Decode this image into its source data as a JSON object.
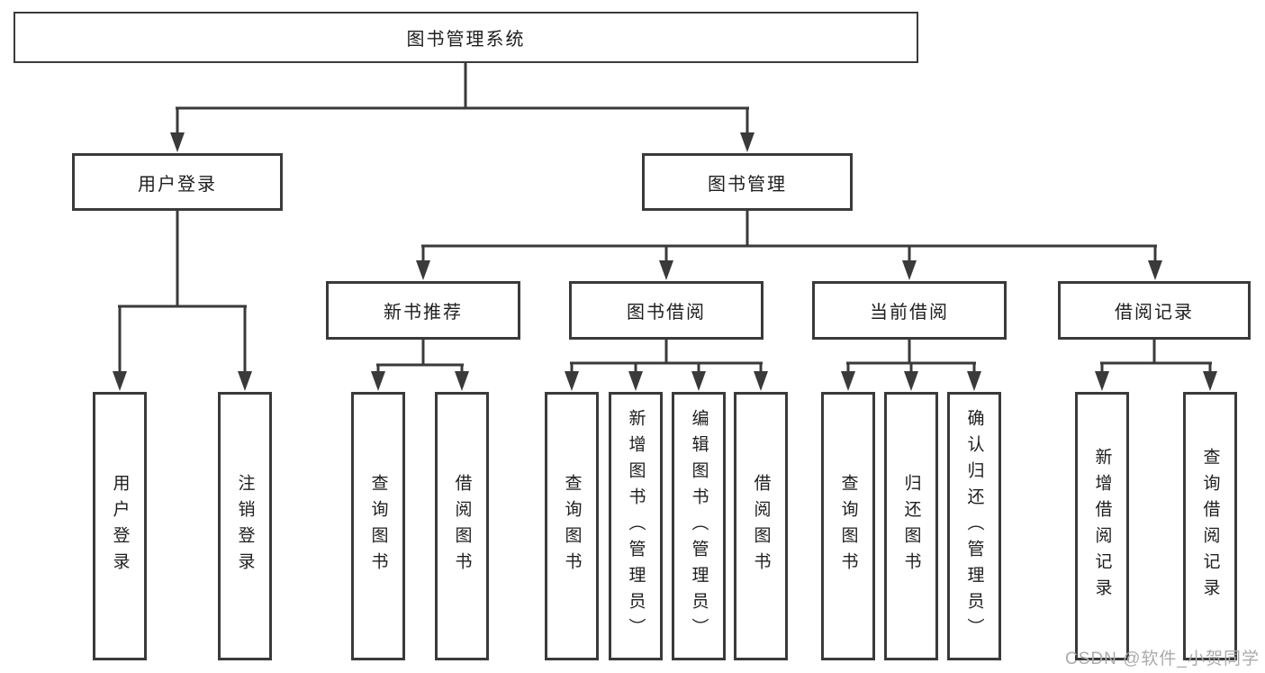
{
  "diagram_type": "hierarchy-tree",
  "colors": {
    "line": "#3a3a3a",
    "box_border": "#3a3a3a",
    "text": "#1e1e1e",
    "background": "#ffffff",
    "watermark": "#ababab"
  },
  "tree": {
    "root": {
      "label": "图书管理系统",
      "children": [
        {
          "label": "用户登录",
          "children": [
            {
              "label": "用户登录"
            },
            {
              "label": "注销登录"
            }
          ]
        },
        {
          "label": "图书管理",
          "children": [
            {
              "label": "新书推荐",
              "children": [
                {
                  "label": "查询图书"
                },
                {
                  "label": "借阅图书"
                }
              ]
            },
            {
              "label": "图书借阅",
              "children": [
                {
                  "label": "查询图书"
                },
                {
                  "label": "新增图书（管理员）"
                },
                {
                  "label": "编辑图书（管理员）"
                },
                {
                  "label": "借阅图书"
                }
              ]
            },
            {
              "label": "当前借阅",
              "children": [
                {
                  "label": "查询图书"
                },
                {
                  "label": "归还图书"
                },
                {
                  "label": "确认归还（管理员）"
                }
              ]
            },
            {
              "label": "借阅记录",
              "children": [
                {
                  "label": "新增借阅记录"
                },
                {
                  "label": "查询借阅记录"
                }
              ]
            }
          ]
        }
      ]
    }
  },
  "watermark": {
    "text": "CSDN @软件_小贺同学"
  }
}
